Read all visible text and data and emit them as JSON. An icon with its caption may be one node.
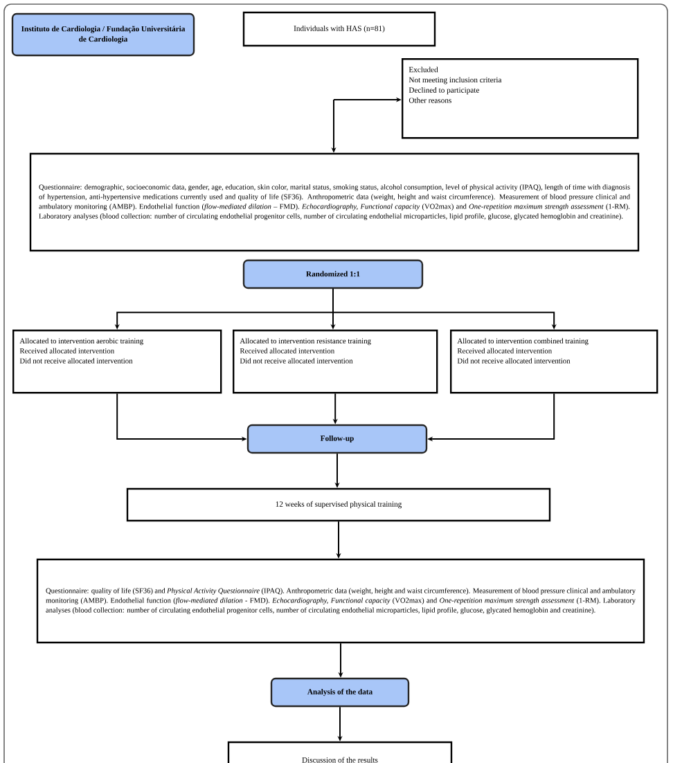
{
  "diagram": {
    "nodes": [
      {
        "text": [
          "Instituto de Cardiologia / Fundação Universitária de Cardiologia"
        ]
      },
      {
        "text": [
          "Individuals with HAS (n=81)"
        ]
      },
      {
        "text": [
          "Excluded",
          "Not meeting inclusion criteria",
          "Declined to participate",
          "Other reasons"
        ]
      },
      {
        "text": [
          "Questionnaire: demographic, socioeconomic data, gender, age, education, skin color, marital status, smoking status, alcohol consumption, level of physical activity (IPAQ), length of time with diagnosis of hypertension, anti-hypertensive medications currently used and quality of life (SF36). Anthropometric data (weight, height and waist circumference). Measurement of blood pressure clinical and ambulatory monitoring (AMBP). Endothelial function (*flow-mediated dilation* – FMD). *Echocardiography, Functional capacity* (VO2max) and *One-repetition maximum strength assessment* (1-RM). Laboratory analyses (blood collection: number of circulating endothelial progenitor cells, number of circulating endothelial microparticles, lipid profile, glucose, glycated hemoglobin and creatinine)."
        ]
      },
      {
        "text": [
          "Randomized 1:1"
        ]
      },
      {
        "text": [
          "Allocated to intervention aerobic training",
          "Received allocated intervention",
          "Did not receive allocated intervention"
        ]
      },
      {
        "text": [
          "Allocated to intervention resistance training",
          "Received allocated intervention",
          "Did not receive allocated intervention"
        ]
      },
      {
        "text": [
          "Allocated to intervention combined training",
          "Received allocated intervention",
          "Did not receive allocated intervention"
        ]
      },
      {
        "text": [
          "Follow-up"
        ]
      },
      {
        "text": [
          "12 weeks of supervised physical training"
        ]
      },
      {
        "text": [
          "Questionnaire: quality of life (SF36) and *Physical Activity Questionnaire* (IPAQ). Anthropometric data (weight, height and waist circumference). Measurement of blood pressure clinical and ambulatory monitoring (AMBP). Endothelial function (*flow-mediated dilation* - FMD). *Echocardiography, Functional capacity* (VO2max) and *One-repetition maximum strength assessment* (1-RM). Laboratory analyses (blood collection: number of circulating endothelial progenitor cells, number of circulating endothelial microparticles, lipid profile, glucose, glycated hemoglobin and creatinine)."
        ]
      },
      {
        "text": [
          "Analysis of the data"
        ]
      },
      {
        "text": [
          "Discussion of the results"
        ]
      }
    ],
    "edges": [
      {
        "from": null,
        "to": 2,
        "arrow": "to"
      },
      {
        "from": null,
        "to": 3,
        "arrow": "to"
      },
      {
        "from": 4,
        "to": 5,
        "arrow": "to"
      },
      {
        "from": 4,
        "to": 6,
        "arrow": "to"
      },
      {
        "from": 4,
        "to": 7,
        "arrow": "to"
      },
      {
        "from": 5,
        "to": 8,
        "arrow": "to"
      },
      {
        "from": 6,
        "to": 8,
        "arrow": "to"
      },
      {
        "from": 7,
        "to": 8,
        "arrow": "to"
      },
      {
        "from": 8,
        "to": 9,
        "arrow": "to"
      },
      {
        "from": 9,
        "to": 10,
        "arrow": "to"
      },
      {
        "from": 10,
        "to": 11,
        "arrow": "to"
      },
      {
        "from": 11,
        "to": 12,
        "arrow": "to"
      }
    ]
  }
}
